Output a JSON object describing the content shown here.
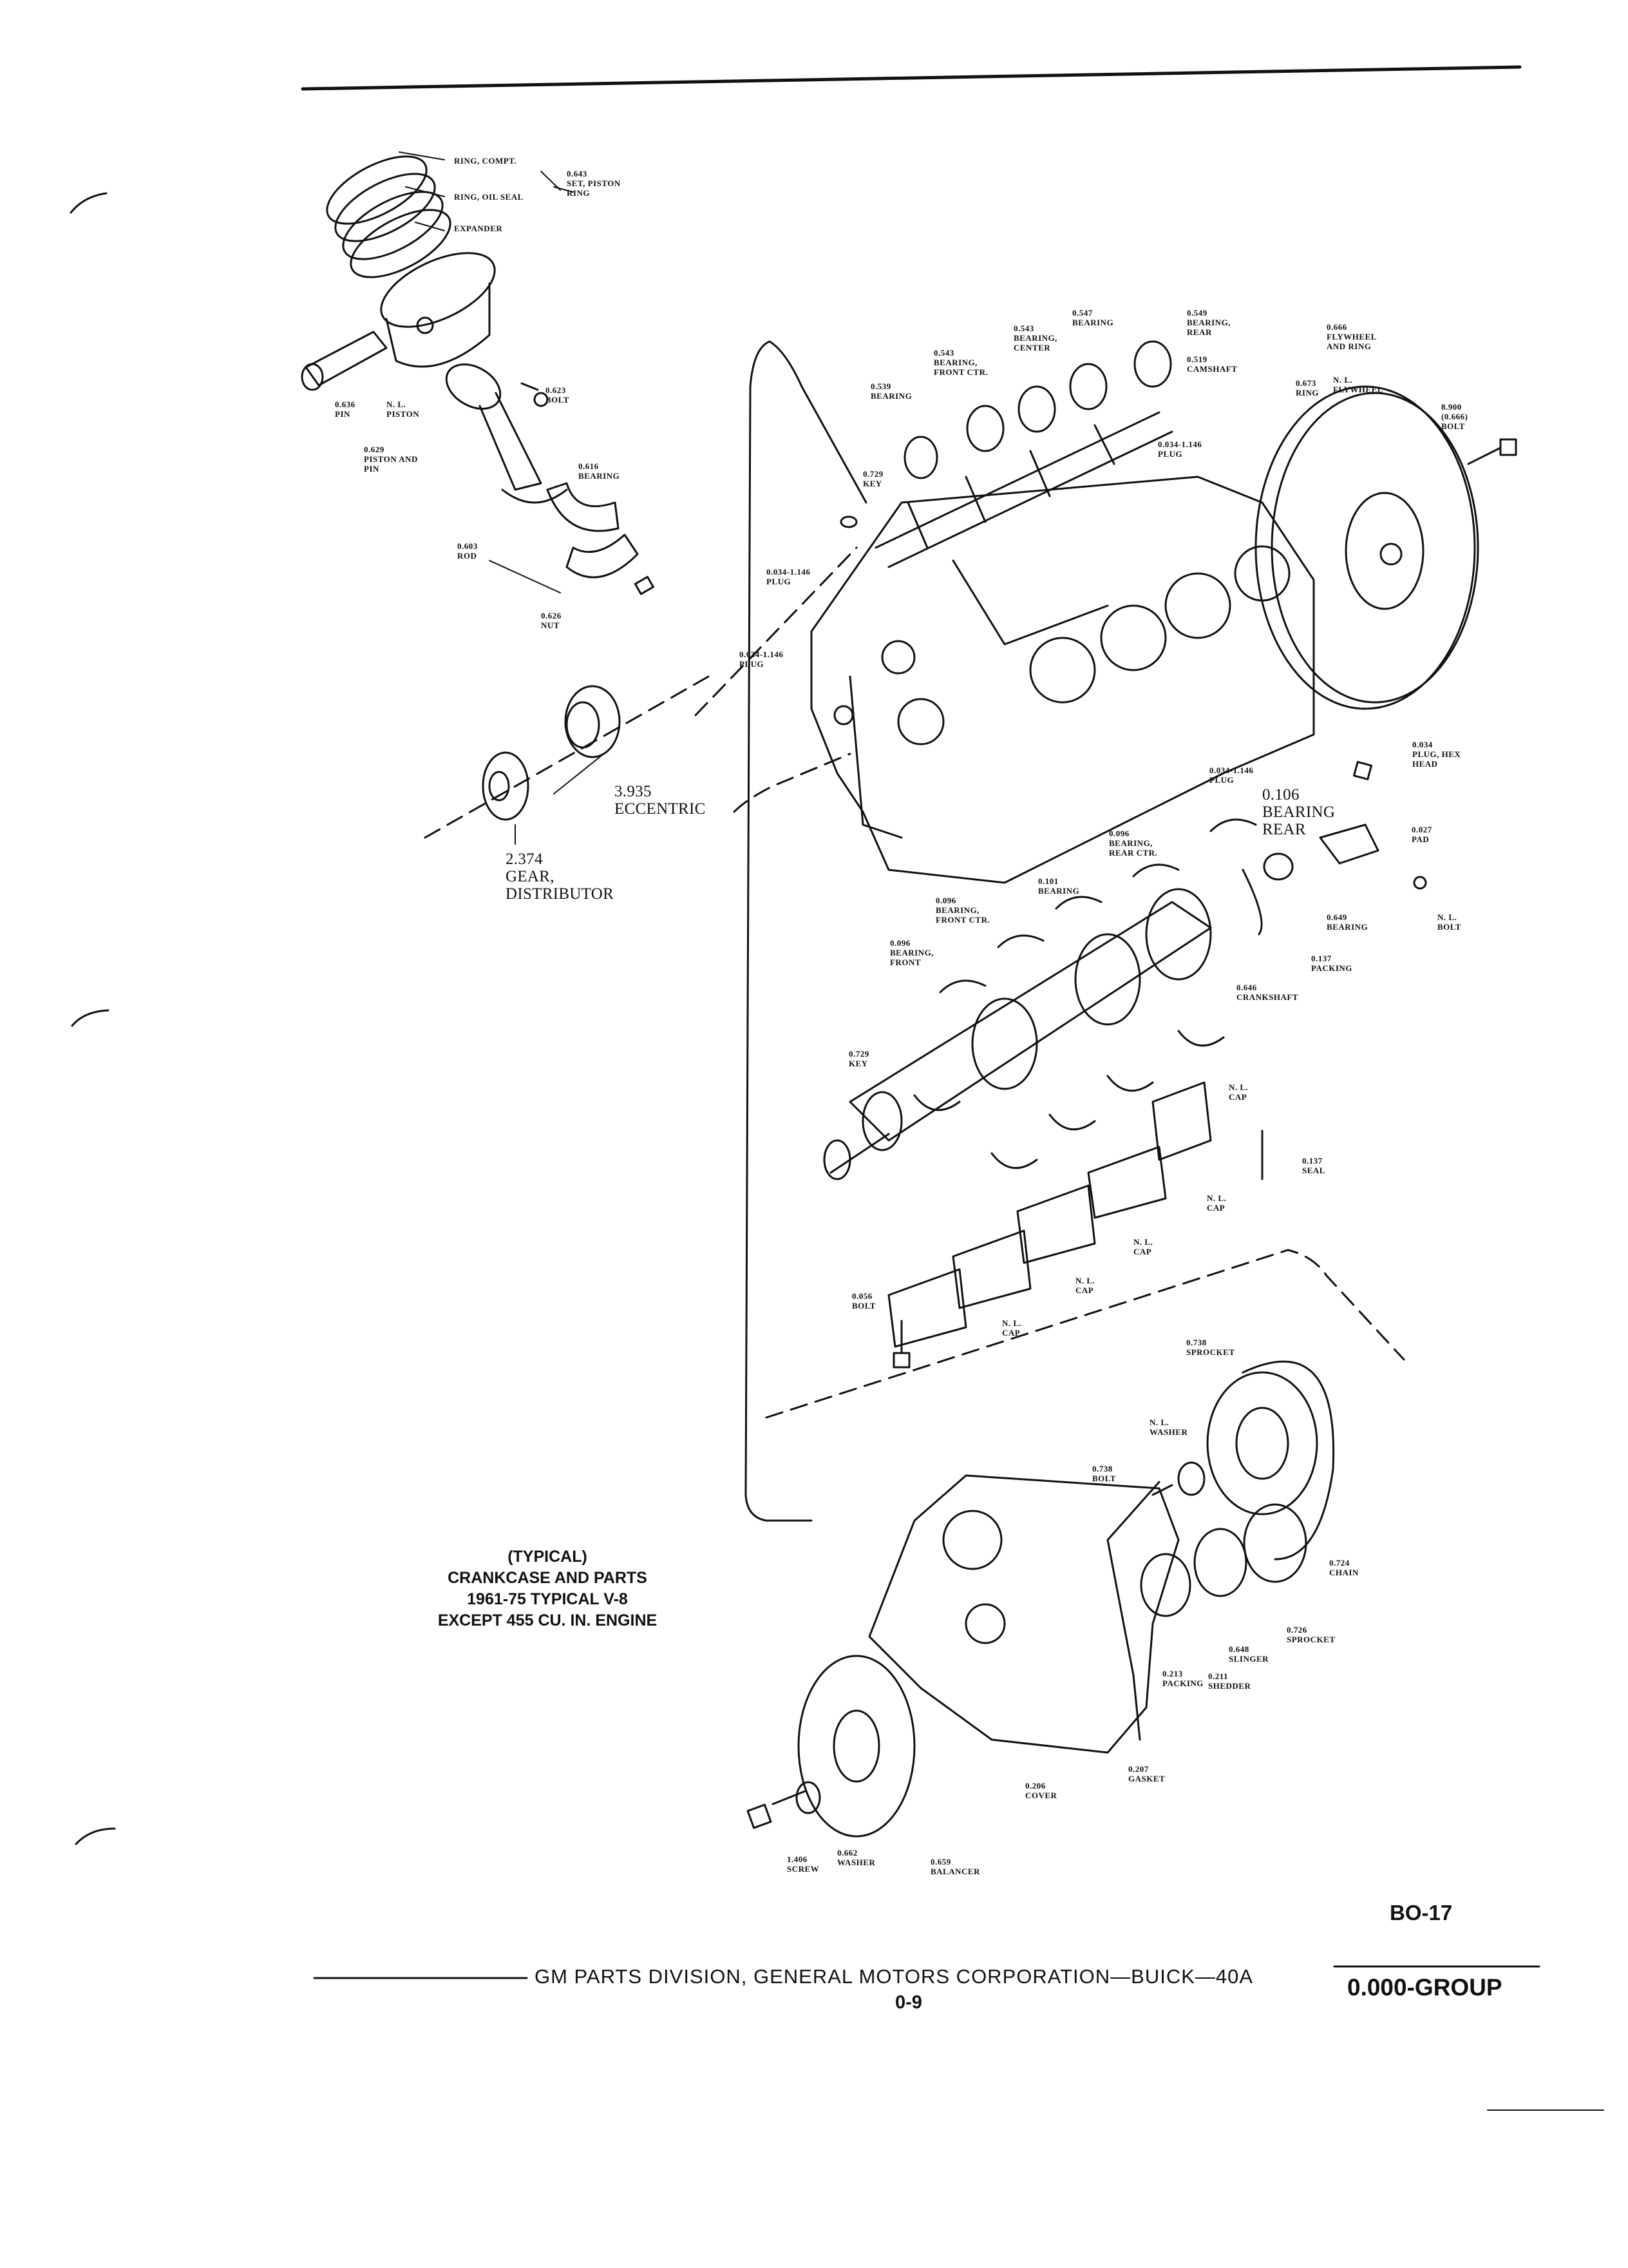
{
  "caption": {
    "line1": "(TYPICAL)",
    "line2": "CRANKCASE AND PARTS",
    "line3": "1961-75 TYPICAL V-8",
    "line4": "EXCEPT 455 CU. IN. ENGINE"
  },
  "code": "BO-17",
  "footer": {
    "text": "GM PARTS DIVISION, GENERAL MOTORS CORPORATION—BUICK—40A",
    "page": "0-9",
    "group": "0.000-GROUP"
  },
  "labels": {
    "ring_compt": "RING, COMPT.",
    "ring_oil_seal": "RING, OIL SEAL",
    "expander": "EXPANDER",
    "set_piston_ring": [
      "0.643",
      "SET, PISTON",
      "RING"
    ],
    "pin": [
      "0.636",
      "PIN"
    ],
    "piston": [
      "N. L.",
      "PISTON"
    ],
    "piston_and_pin": [
      "0.629",
      "PISTON AND",
      "PIN"
    ],
    "bolt_623": [
      "0.623",
      "BOLT"
    ],
    "bearing_616": [
      "0.616",
      "BEARING"
    ],
    "rod": [
      "0.603",
      "ROD"
    ],
    "nut": [
      "0.626",
      "NUT"
    ],
    "eccentric": [
      "3.935",
      "ECCENTRIC"
    ],
    "gear_distributor": [
      "2.374",
      "GEAR,",
      "DISTRIBUTOR"
    ],
    "bearing_539": [
      "0.539",
      "BEARING"
    ],
    "bearing_front_ctr_543": [
      "0.543",
      "BEARING,",
      "FRONT CTR."
    ],
    "bearing_center_543": [
      "0.543",
      "BEARING,",
      "CENTER"
    ],
    "bearing_547": [
      "0.547",
      "BEARING"
    ],
    "bearing_rear_549": [
      "0.549",
      "BEARING,",
      "REAR"
    ],
    "camshaft": [
      "0.519",
      "CAMSHAFT"
    ],
    "key_729_top": [
      "0.729",
      "KEY"
    ],
    "plug_mid": [
      "0.034-1.146",
      "PLUG"
    ],
    "plug_top": [
      "0.034-1.146",
      "PLUG"
    ],
    "plug_left": [
      "0.034-1.146",
      "PLUG"
    ],
    "flywheel_ring": [
      "0.666",
      "FLYWHEEL",
      "AND RING"
    ],
    "ring_673": [
      "0.673",
      "RING"
    ],
    "flywheel": [
      "N. L.",
      "FLYWHEEL"
    ],
    "bolt_900": [
      "8.900",
      "(0.666)",
      "BOLT"
    ],
    "plug_hex": [
      "0.034",
      "PLUG, HEX",
      "HEAD"
    ],
    "plug_right": [
      "0.034-1.146",
      "PLUG"
    ],
    "bearing_rear_106": [
      "0.106",
      "BEARING",
      "REAR"
    ],
    "pad": [
      "0.027",
      "PAD"
    ],
    "bolt_nl": [
      "N. L.",
      "BOLT"
    ],
    "bearing_rear_ctr": [
      "0.096",
      "BEARING,",
      "REAR CTR."
    ],
    "bearing_101": [
      "0.101",
      "BEARING"
    ],
    "bearing_front_ctr_096": [
      "0.096",
      "BEARING,",
      "FRONT CTR."
    ],
    "bearing_front_096": [
      "0.096",
      "BEARING,",
      "FRONT"
    ],
    "bearing_649": [
      "0.649",
      "BEARING"
    ],
    "packing_137": [
      "0.137",
      "PACKING"
    ],
    "crankshaft": [
      "0.646",
      "CRANKSHAFT"
    ],
    "key_729": [
      "0.729",
      "KEY"
    ],
    "cap1": [
      "N. L.",
      "CAP"
    ],
    "seal_137": [
      "0.137",
      "SEAL"
    ],
    "cap2": [
      "N. L.",
      "CAP"
    ],
    "cap3": [
      "N. L.",
      "CAP"
    ],
    "cap4": [
      "N. L.",
      "CAP"
    ],
    "cap5": [
      "N. L.",
      "CAP"
    ],
    "bolt_056": [
      "0.056",
      "BOLT"
    ],
    "sprocket_738": [
      "0.738",
      "SPROCKET"
    ],
    "washer_nl": [
      "N. L.",
      "WASHER"
    ],
    "bolt_738": [
      "0.738",
      "BOLT"
    ],
    "chain": [
      "0.724",
      "CHAIN"
    ],
    "sprocket_726": [
      "0.726",
      "SPROCKET"
    ],
    "slinger": [
      "0.648",
      "SLINGER"
    ],
    "packing_213": [
      "0.213",
      "PACKING"
    ],
    "shedder": [
      "0.211",
      "SHEDDER"
    ],
    "gasket": [
      "0.207",
      "GASKET"
    ],
    "cover": [
      "0.206",
      "COVER"
    ],
    "screw": [
      "1.406",
      "SCREW"
    ],
    "washer_662": [
      "0.662",
      "WASHER"
    ],
    "balancer": [
      "0.659",
      "BALANCER"
    ]
  }
}
